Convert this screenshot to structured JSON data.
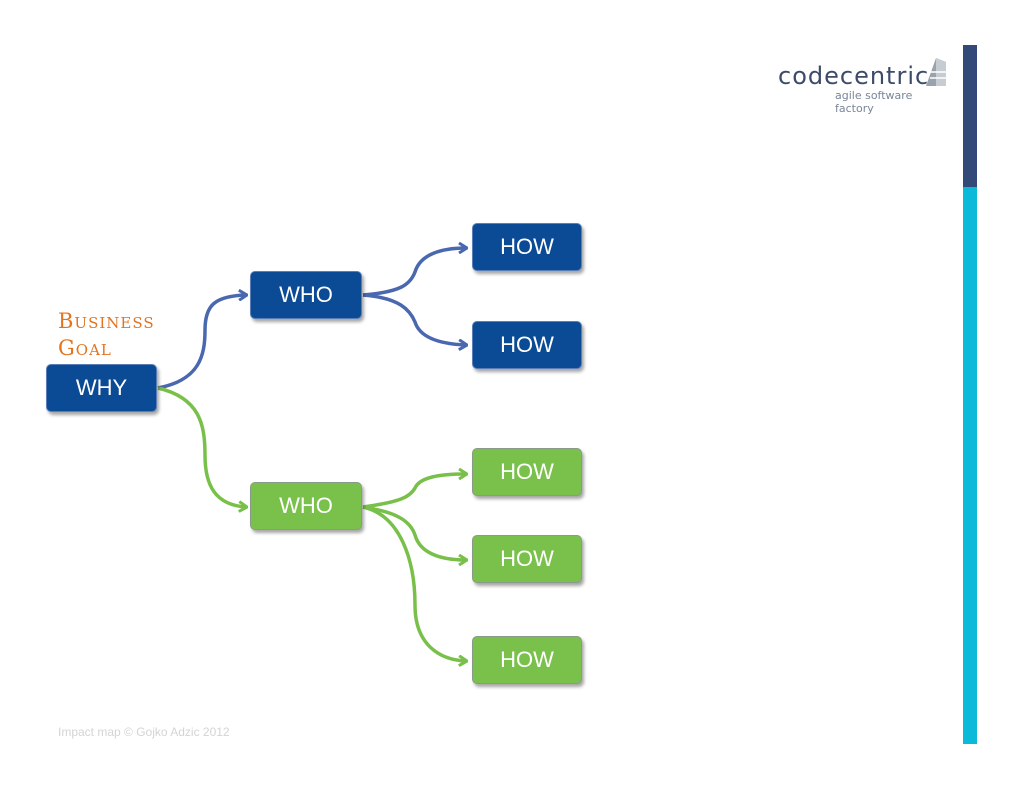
{
  "logo": {
    "text": "codecentric",
    "tagline": "agile software factory"
  },
  "goal_label": {
    "line1": "Business",
    "line2": "Goal"
  },
  "nodes": {
    "why": "WHY",
    "who_blue": "WHO",
    "who_green": "WHO",
    "how_blue_1": "HOW",
    "how_blue_2": "HOW",
    "how_green_1": "HOW",
    "how_green_2": "HOW",
    "how_green_3": "HOW"
  },
  "colors": {
    "blue": "#0b4a94",
    "green": "#7ac14b",
    "goal": "#e3741f",
    "blue_arrow": "#4a68b0",
    "green_arrow": "#79c04a"
  },
  "footer": "Impact map © Gojko Adzic 2012"
}
